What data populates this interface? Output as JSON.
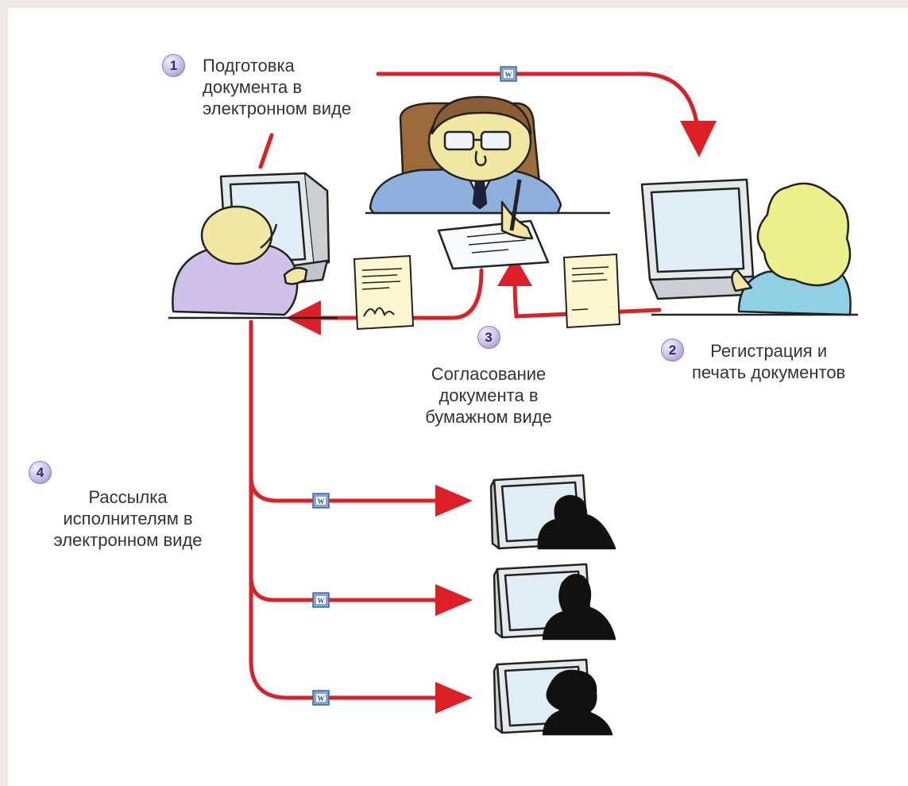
{
  "steps": [
    {
      "number": "1",
      "label": "Подготовка\nдокумента в\nэлектронном виде"
    },
    {
      "number": "2",
      "label": "Регистрация и\nпечать документов"
    },
    {
      "number": "3",
      "label": "Согласование\nдокумента в\nбумажном виде"
    },
    {
      "number": "4",
      "label": "Рассылка\nисполнителям в\nэлектронном виде"
    }
  ],
  "colors": {
    "arrow": "#dd1f26",
    "background": "#ffffff",
    "frame": "#ece9e6",
    "badge": "#c8bde8",
    "clerk_shirt": "#cfc2ea",
    "manager_suit": "#8fb0de",
    "secretary_hair": "#ecf08a",
    "secretary_top": "#8fd0e2",
    "screen": "#dfeef4",
    "silhouette": "#111111"
  },
  "icons": [
    "word-document-icon",
    "signed-paper-icon",
    "paper-document-icon"
  ]
}
